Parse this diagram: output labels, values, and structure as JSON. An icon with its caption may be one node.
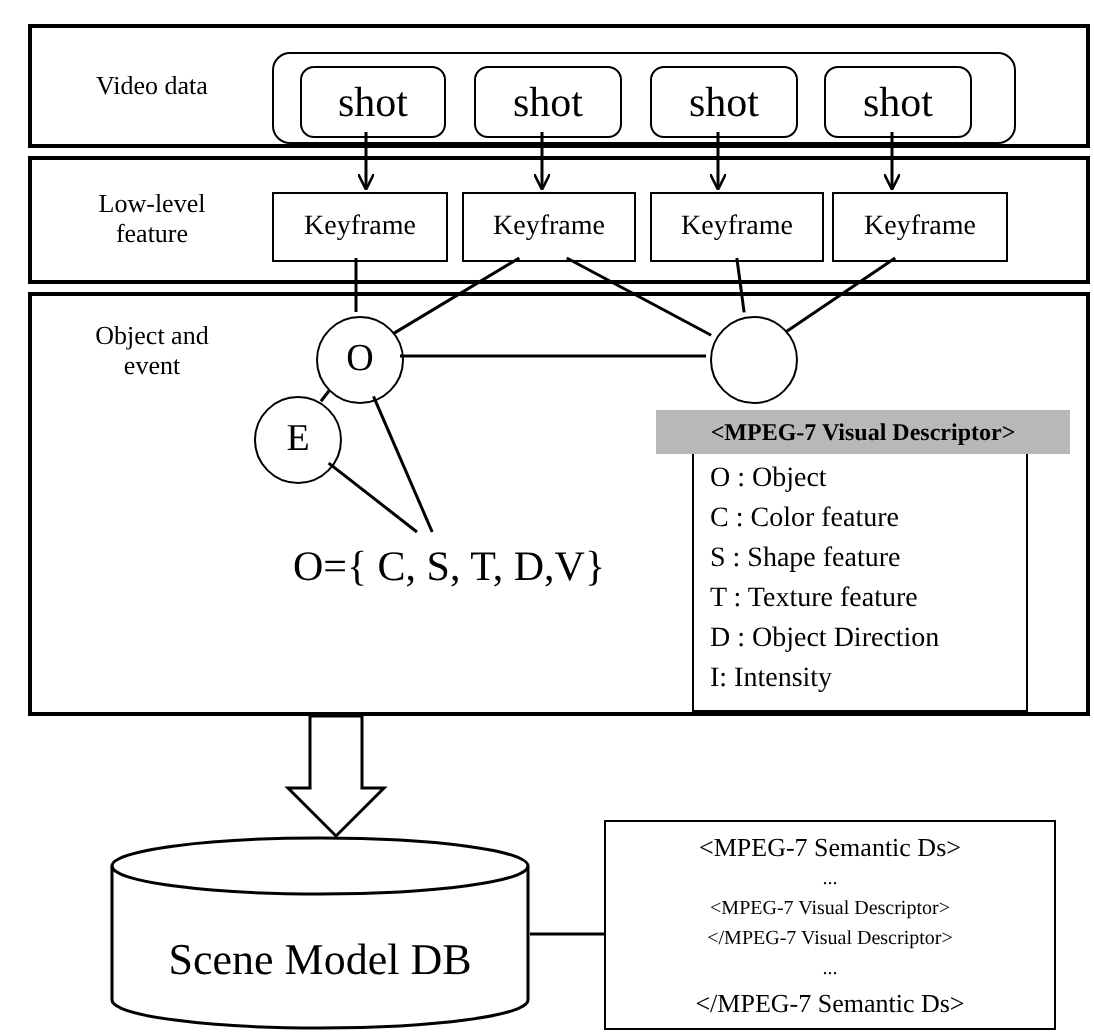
{
  "diagram": {
    "nodes": [
      {
        "text": [
          "Video data"
        ]
      },
      {
        "text": [],
        "shape": "box",
        "in": 0
      },
      {
        "text": [
          "shot"
        ],
        "in": 1
      },
      {
        "text": [
          "shot"
        ],
        "in": 1
      },
      {
        "text": [
          "shot"
        ],
        "in": 1
      },
      {
        "text": [
          "shot"
        ],
        "in": 1
      },
      {
        "text": [
          "Low-level feature"
        ]
      },
      {
        "text": [
          "Keyframe"
        ],
        "in": 6
      },
      {
        "text": [
          "Keyframe"
        ],
        "in": 6
      },
      {
        "text": [
          "Keyframe"
        ],
        "in": 6
      },
      {
        "text": [
          "Keyframe"
        ],
        "in": 6
      },
      {
        "text": [
          "Object and event"
        ]
      },
      {
        "text": [
          "O"
        ],
        "in": 11
      },
      {
        "text": [],
        "shape": "circle",
        "in": 11
      },
      {
        "text": [
          "E"
        ],
        "in": 11
      },
      {
        "text": [
          "O={ C, S, T, D,V}"
        ],
        "in": 11
      },
      {
        "text": [
          "<MPEG-7 Visual Descriptor>",
          "O : Object",
          "C : Color feature",
          "S : Shape feature",
          "T : Texture feature",
          "D : Object Direction",
          "I: Intensity"
        ],
        "in": 11
      },
      {
        "text": [
          "Scene Model DB"
        ]
      },
      {
        "text": [
          "<MPEG-7 Semantic Ds>",
          "...",
          "<MPEG-7 Visual Descriptor>",
          "</MPEG-7 Visual Descriptor>",
          "...",
          "</MPEG-7 Semantic Ds>"
        ]
      }
    ],
    "edges": [
      {
        "from": 2,
        "to": 7,
        "arrow": "to"
      },
      {
        "from": 3,
        "to": 8,
        "arrow": "to"
      },
      {
        "from": 4,
        "to": 9,
        "arrow": "to"
      },
      {
        "from": 5,
        "to": 10,
        "arrow": "to"
      },
      {
        "from": 7,
        "to": 12,
        "arrow": "none"
      },
      {
        "from": 8,
        "to": 12,
        "arrow": "none"
      },
      {
        "from": 8,
        "to": 13,
        "arrow": "none"
      },
      {
        "from": 9,
        "to": 13,
        "arrow": "none"
      },
      {
        "from": 10,
        "to": 13,
        "arrow": "none"
      },
      {
        "from": 12,
        "to": 13,
        "arrow": "none"
      },
      {
        "from": 12,
        "to": 14,
        "arrow": "none"
      },
      {
        "from": 12,
        "to": 15,
        "arrow": "none"
      },
      {
        "from": 14,
        "to": 15,
        "arrow": "none"
      },
      {
        "from": 11,
        "to": 17,
        "arrow": "to",
        "style": "thick"
      },
      {
        "from": 17,
        "to": 18,
        "arrow": "none"
      }
    ]
  }
}
